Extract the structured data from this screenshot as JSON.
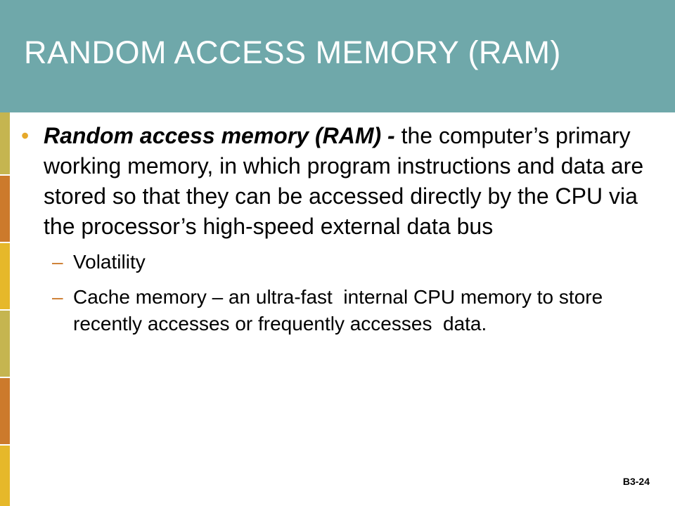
{
  "slide": {
    "title": "RANDOM ACCESS MEMORY (RAM)",
    "slide_number": "B3-24"
  },
  "bullet": {
    "glyph": "•",
    "term": "Random access memory (RAM) -",
    "definition": " the computer’s primary working memory, in which program instructions and data are stored so that they can be accessed directly by the CPU via the processor’s high-speed external data bus"
  },
  "sub_bullets": [
    {
      "dash": "–",
      "text": "Volatility"
    },
    {
      "dash": "–",
      "text": "Cache memory – an ultra-fast  internal CPU memory to store recently accesses or frequently accesses  data."
    }
  ],
  "colors": {
    "header": "#6fa8aa",
    "title_text": "#ffffff",
    "bullet": "#e6a92a",
    "dash": "#cc7a2c",
    "strip_olive": "#c5b550",
    "strip_orange": "#cc7a2c",
    "strip_gold": "#e6b82a"
  }
}
